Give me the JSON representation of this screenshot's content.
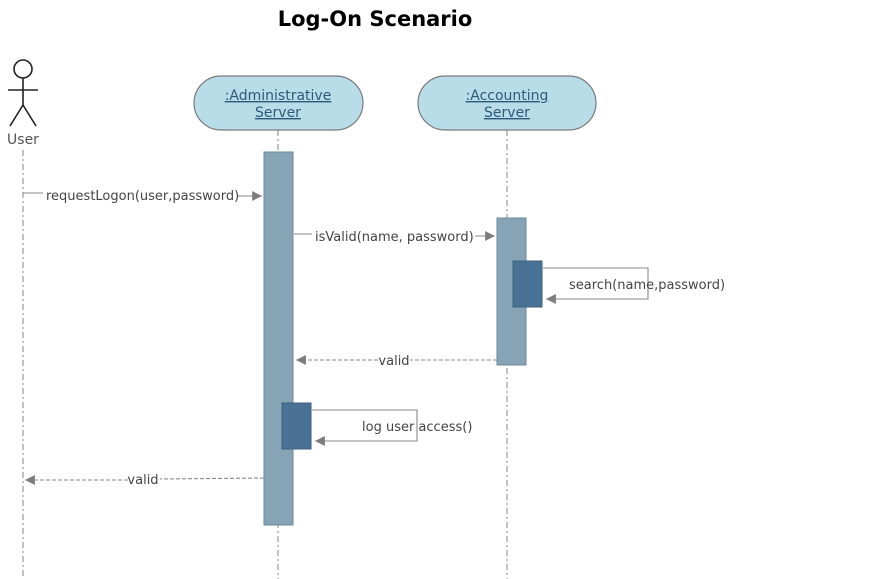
{
  "title": "Log-On Scenario",
  "actor": {
    "label": "User"
  },
  "lifelines": {
    "admin": {
      "line1": ":Administrative",
      "line2": "Server"
    },
    "accounting": {
      "line1": ":Accounting",
      "line2": "Server"
    }
  },
  "messages": {
    "request_logon": "requestLogon(user,password)",
    "is_valid": "isValid(name, password)",
    "search": "search(name,password)",
    "valid_to_admin": "valid",
    "log_user_access": "log user access()",
    "valid_to_user": "valid"
  },
  "colors": {
    "lifeline_head_fill": "#b8dce8",
    "activation_fill": "#86a4b6",
    "nested_activation_fill": "#4a7196",
    "label_text": "#2e5a7a"
  }
}
